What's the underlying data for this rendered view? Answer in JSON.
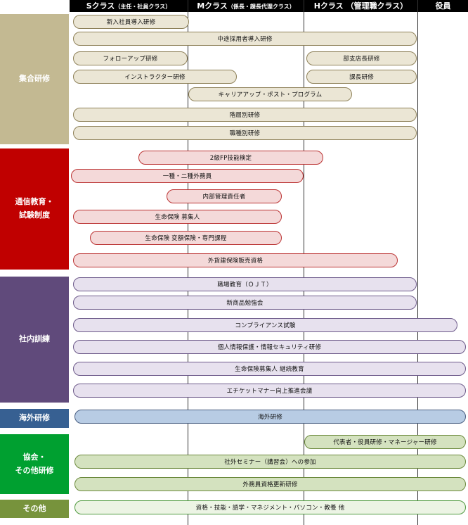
{
  "header": {
    "s_main": "Sクラス",
    "s_sub": "（主任・社員クラス）",
    "m_main": "Mクラス",
    "m_sub": "（係長・課長代理クラス）",
    "h_main": "Hクラス",
    "h_sub": "（管理職クラス）",
    "exec": "役員"
  },
  "categories": [
    {
      "label": "集合研修",
      "color": "#c3b992"
    },
    {
      "label": "通信教育・\n試験制度",
      "color": "#c00000"
    },
    {
      "label": "社内訓練",
      "color": "#604a7b"
    },
    {
      "label": "海外研修",
      "color": "#376092"
    },
    {
      "label": "協会・\nその他研修",
      "color": "#00a030"
    },
    {
      "label": "その他",
      "color": "#77933c"
    }
  ],
  "programs": [
    {
      "label": "新入社員導入研修",
      "group": "g1"
    },
    {
      "label": "中途採用者導入研修",
      "group": "g1"
    },
    {
      "label": "フォローアップ研修",
      "group": "g1"
    },
    {
      "label": "部支店長研修",
      "group": "g1"
    },
    {
      "label": "インストラクター研修",
      "group": "g1"
    },
    {
      "label": "課長研修",
      "group": "g1"
    },
    {
      "label": "キャリアアップ・ポスト・プログラム",
      "group": "g1"
    },
    {
      "label": "階層別研修",
      "group": "g1"
    },
    {
      "label": "職種別研修",
      "group": "g1"
    },
    {
      "label": "2級FP技能検定",
      "group": "g2"
    },
    {
      "label": "一種・二種外務員",
      "group": "g2"
    },
    {
      "label": "内部管理責任者",
      "group": "g2"
    },
    {
      "label": "生命保険 募集人",
      "group": "g2"
    },
    {
      "label": "生命保険 変額保険・専門課程",
      "group": "g2"
    },
    {
      "label": "外貨建保険販売資格",
      "group": "g2"
    },
    {
      "label": "職場教育（ＯＪＴ）",
      "group": "g3"
    },
    {
      "label": "新商品勉強会",
      "group": "g3"
    },
    {
      "label": "コンプライアンス試験",
      "group": "g3"
    },
    {
      "label": "個人情報保護・情報セキュリティ研修",
      "group": "g3"
    },
    {
      "label": "生命保険募集人 継続教育",
      "group": "g3"
    },
    {
      "label": "エチケットマナー向上推進会議",
      "group": "g3"
    },
    {
      "label": "海外研修",
      "group": "g4"
    },
    {
      "label": "代表者・役員研修・マネージャー研修",
      "group": "g5"
    },
    {
      "label": "社外セミナー（講習会）への参加",
      "group": "g5"
    },
    {
      "label": "外務員資格更新研修",
      "group": "g5"
    },
    {
      "label": "資格・技能・語学・マネジメント・パソコン・教養 他",
      "group": "g6"
    }
  ]
}
